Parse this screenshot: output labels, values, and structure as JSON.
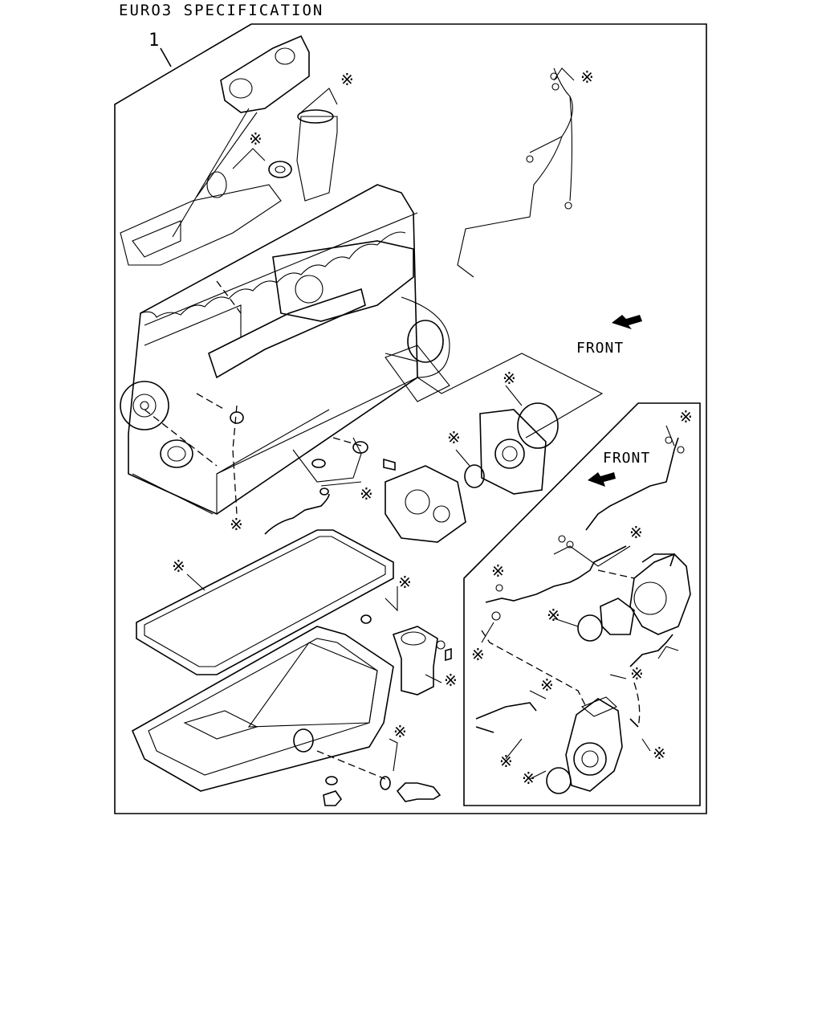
{
  "header": {
    "title": "EURO3 SPECIFICATION"
  },
  "callouts": {
    "assembly_ref": "1",
    "kit_mark": "※"
  },
  "labels": {
    "front_main": "FRONT",
    "front_inset": "FRONT"
  }
}
